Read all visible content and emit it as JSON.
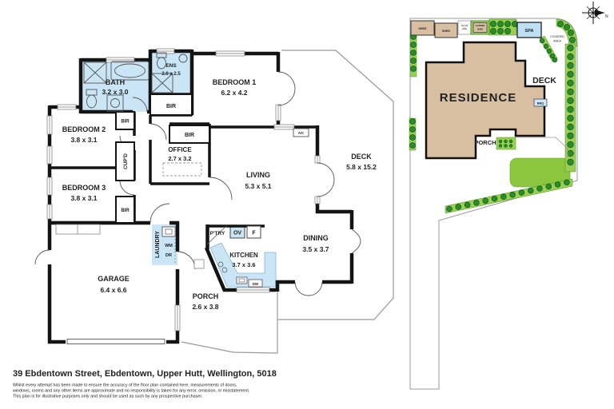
{
  "floor_plan": {
    "rooms": [
      {
        "name": "BATH",
        "dims": "3.2 x 3.0"
      },
      {
        "name": "ENS",
        "dims": "2.0 x 2.5"
      },
      {
        "name": "BEDROOM 1",
        "dims": "6.2 x 4.2"
      },
      {
        "name": "BEDROOM 2",
        "dims": "3.8 x 3.1"
      },
      {
        "name": "BEDROOM 3",
        "dims": "3.8 x 3.1"
      },
      {
        "name": "OFFICE",
        "dims": "2.7 x 3.2"
      },
      {
        "name": "LIVING",
        "dims": "5.3 x 5.1"
      },
      {
        "name": "DECK",
        "dims": "5.8 x 15.2"
      },
      {
        "name": "DINING",
        "dims": "3.5 x 3.7"
      },
      {
        "name": "KITCHEN",
        "dims": "3.7 x 3.6"
      },
      {
        "name": "GARAGE",
        "dims": "6.4 x 6.6"
      },
      {
        "name": "PORCH",
        "dims": "2.6 x 3.8"
      }
    ],
    "fixtures": {
      "bir_ens": "BIR",
      "bir_bed2": "BIR",
      "bir_bed3": "BIR",
      "bir_office": "BIR",
      "cupboard": "CUP'D",
      "laundry": "LAUNDRY",
      "washing_machine": "WM",
      "dryer": "DR",
      "pantry": "P'TRY",
      "oven": "OV",
      "fridge": "F",
      "dishwasher": "DW",
      "air_con": "A/C"
    }
  },
  "site_plan": {
    "residence": "RESIDENCE",
    "deck": "DECK",
    "porch": "PORCH",
    "spa": "SPA",
    "shed1": "SHED",
    "shed2": "SHED",
    "garden_shed_1": "GARDEN",
    "garden_shed_2": "SHED",
    "clothes_line_1": "CLTHS",
    "clothes_line_2": "LINE",
    "covered_area_1": "COVERED",
    "covered_area_2": "AREA",
    "bbq": "BBQ",
    "compass_north": "N"
  },
  "footer": {
    "address": "39 Ebdentown Street, Ebdentown, Upper Hutt, Wellington, 5018",
    "disclaimer_1": "Whilst every attempt has been made to ensure the accuracy of the floor plan contained here, measurements of doors,",
    "disclaimer_2": "windows, rooms and any other items are approximate and no responsibility is taken for any error, omission, or misstatement.",
    "disclaimer_3": "This plan is for illustrative purposes only and should be used as such by any prospective purchaser."
  },
  "colors": {
    "wall": "#141414",
    "wet_area": "#c9e5f6",
    "residence_fill": "#d9bfa2",
    "lawn": "#8cc63e",
    "garden_bed": "#9bcf54",
    "bush": "#2c8c2c",
    "boundary": "#999999",
    "spa_fill": "#bfe0f4"
  }
}
